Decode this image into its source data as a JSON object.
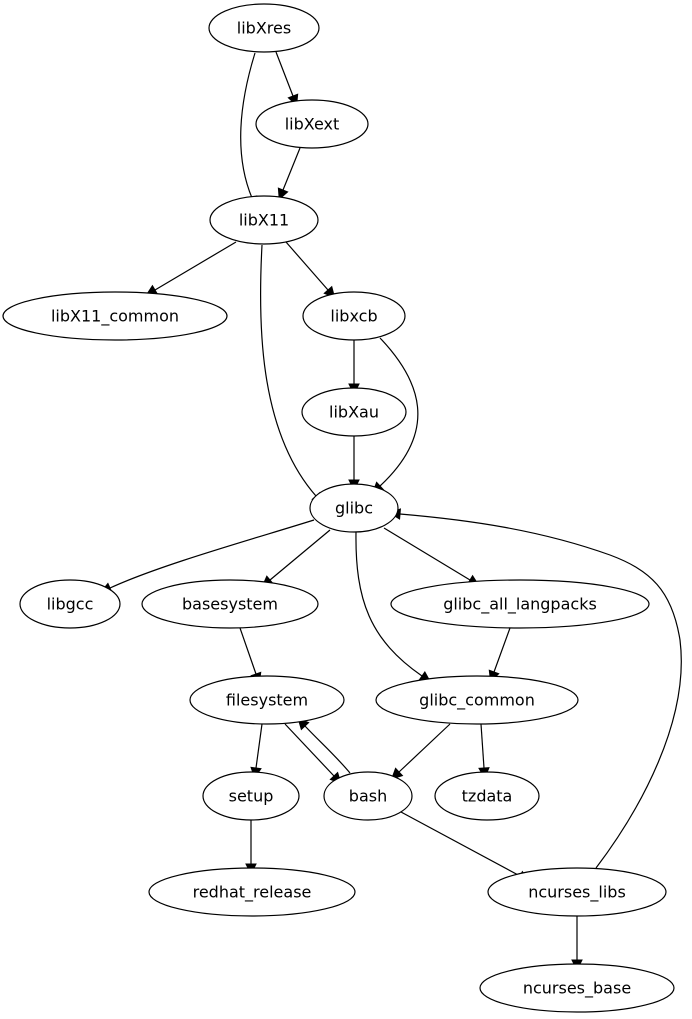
{
  "graph": {
    "type": "directed-dependency-graph",
    "nodes": [
      {
        "id": "libXres",
        "label": "libXres"
      },
      {
        "id": "libXext",
        "label": "libXext"
      },
      {
        "id": "libX11",
        "label": "libX11"
      },
      {
        "id": "libX11_common",
        "label": "libX11_common"
      },
      {
        "id": "libxcb",
        "label": "libxcb"
      },
      {
        "id": "libXau",
        "label": "libXau"
      },
      {
        "id": "glibc",
        "label": "glibc"
      },
      {
        "id": "libgcc",
        "label": "libgcc"
      },
      {
        "id": "basesystem",
        "label": "basesystem"
      },
      {
        "id": "glibc_all_langpacks",
        "label": "glibc_all_langpacks"
      },
      {
        "id": "filesystem",
        "label": "filesystem"
      },
      {
        "id": "glibc_common",
        "label": "glibc_common"
      },
      {
        "id": "setup",
        "label": "setup"
      },
      {
        "id": "bash",
        "label": "bash"
      },
      {
        "id": "tzdata",
        "label": "tzdata"
      },
      {
        "id": "redhat_release",
        "label": "redhat_release"
      },
      {
        "id": "ncurses_libs",
        "label": "ncurses_libs"
      },
      {
        "id": "ncurses_base",
        "label": "ncurses_base"
      }
    ],
    "edges": [
      {
        "from": "libXres",
        "to": "libX11"
      },
      {
        "from": "libXres",
        "to": "libXext"
      },
      {
        "from": "libXext",
        "to": "libX11"
      },
      {
        "from": "libX11",
        "to": "libX11_common"
      },
      {
        "from": "libX11",
        "to": "libxcb"
      },
      {
        "from": "libX11",
        "to": "glibc"
      },
      {
        "from": "libxcb",
        "to": "libXau"
      },
      {
        "from": "libxcb",
        "to": "glibc"
      },
      {
        "from": "libXau",
        "to": "glibc"
      },
      {
        "from": "glibc",
        "to": "libgcc"
      },
      {
        "from": "glibc",
        "to": "basesystem"
      },
      {
        "from": "glibc",
        "to": "glibc_all_langpacks"
      },
      {
        "from": "glibc",
        "to": "glibc_common"
      },
      {
        "from": "basesystem",
        "to": "filesystem"
      },
      {
        "from": "glibc_all_langpacks",
        "to": "glibc_common"
      },
      {
        "from": "filesystem",
        "to": "setup"
      },
      {
        "from": "filesystem",
        "to": "bash"
      },
      {
        "from": "bash",
        "to": "filesystem"
      },
      {
        "from": "glibc_common",
        "to": "bash"
      },
      {
        "from": "glibc_common",
        "to": "tzdata"
      },
      {
        "from": "setup",
        "to": "redhat_release"
      },
      {
        "from": "bash",
        "to": "ncurses_libs"
      },
      {
        "from": "ncurses_libs",
        "to": "ncurses_base"
      },
      {
        "from": "ncurses_libs",
        "to": "glibc"
      }
    ]
  }
}
